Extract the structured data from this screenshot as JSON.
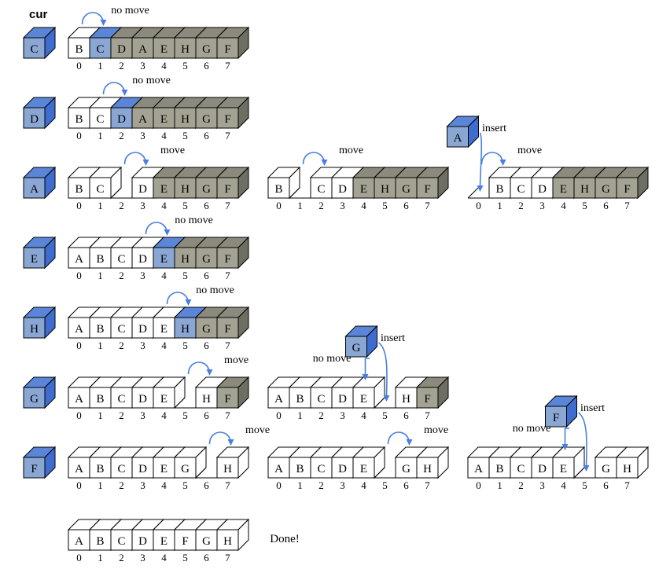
{
  "header": "cur",
  "colors": {
    "white": "#ffffff",
    "blue_front": "#8aa6d3",
    "blue_top": "#5b86d8",
    "blue_side": "#3f6ccf",
    "gray_front": "#a4a393",
    "gray_top": "#8b8a7c",
    "gray_side": "#6f6e62",
    "arrow": "#4a7fe0"
  },
  "rows": [
    {
      "cur": "C",
      "arrays": [
        {
          "cells": [
            "B",
            "C",
            "D",
            "A",
            "E",
            "H",
            "G",
            "F"
          ],
          "indices": [
            "0",
            "1",
            "2",
            "3",
            "4",
            "5",
            "6",
            "7"
          ],
          "hl": 1,
          "graystart": 2,
          "arrow": {
            "from": 0,
            "to": 1,
            "label": "no move"
          }
        }
      ]
    },
    {
      "cur": "D",
      "arrays": [
        {
          "cells": [
            "B",
            "C",
            "D",
            "A",
            "E",
            "H",
            "G",
            "F"
          ],
          "indices": [
            "0",
            "1",
            "2",
            "3",
            "4",
            "5",
            "6",
            "7"
          ],
          "hl": 2,
          "graystart": 3,
          "arrow": {
            "from": 1,
            "to": 2,
            "label": "no move"
          }
        }
      ]
    },
    {
      "cur": "A",
      "arrays": [
        {
          "cells": [
            "B",
            "C",
            "",
            "D",
            "E",
            "H",
            "G",
            "F"
          ],
          "indices": [
            "0",
            "1",
            "2",
            "3",
            "4",
            "5",
            "6",
            "7"
          ],
          "hl": -1,
          "graystart": 4,
          "gap": 2,
          "arrow": {
            "from": 2,
            "to": 3,
            "label": "move"
          }
        },
        {
          "cells": [
            "B",
            "",
            "C",
            "D",
            "E",
            "H",
            "G",
            "F"
          ],
          "indices": [
            "0",
            "1",
            "2",
            "3",
            "4",
            "5",
            "6",
            "7"
          ],
          "hl": -1,
          "graystart": 4,
          "gap": 1,
          "arrow": {
            "from": 1,
            "to": 2,
            "label": "move"
          }
        },
        {
          "cells": [
            "",
            "B",
            "C",
            "D",
            "E",
            "H",
            "G",
            "F"
          ],
          "indices": [
            "0",
            "1",
            "2",
            "3",
            "4",
            "5",
            "6",
            "7"
          ],
          "hl": -1,
          "graystart": 4,
          "gap": 0,
          "arrow": {
            "from": 0,
            "to": 1,
            "label": "move"
          },
          "insert": {
            "letter": "A",
            "label": "insert"
          }
        }
      ]
    },
    {
      "cur": "E",
      "arrays": [
        {
          "cells": [
            "A",
            "B",
            "C",
            "D",
            "E",
            "H",
            "G",
            "F"
          ],
          "indices": [
            "0",
            "1",
            "2",
            "3",
            "4",
            "5",
            "6",
            "7"
          ],
          "hl": 4,
          "graystart": 5,
          "arrow": {
            "from": 3,
            "to": 4,
            "label": "no move"
          }
        }
      ]
    },
    {
      "cur": "H",
      "arrays": [
        {
          "cells": [
            "A",
            "B",
            "C",
            "D",
            "E",
            "H",
            "G",
            "F"
          ],
          "indices": [
            "0",
            "1",
            "2",
            "3",
            "4",
            "5",
            "6",
            "7"
          ],
          "hl": 5,
          "graystart": 6,
          "arrow": {
            "from": 4,
            "to": 5,
            "label": "no move"
          }
        }
      ]
    },
    {
      "cur": "G",
      "arrays": [
        {
          "cells": [
            "A",
            "B",
            "C",
            "D",
            "E",
            "",
            "H",
            "F"
          ],
          "indices": [
            "0",
            "1",
            "2",
            "3",
            "4",
            "5",
            "6",
            "7"
          ],
          "hl": -1,
          "graystart": 7,
          "gap": 5,
          "arrow": {
            "from": 5,
            "to": 6,
            "label": "move"
          }
        },
        {
          "cells": [
            "A",
            "B",
            "C",
            "D",
            "E",
            "",
            "H",
            "F"
          ],
          "indices": [
            "0",
            "1",
            "2",
            "3",
            "4",
            "5",
            "6",
            "7"
          ],
          "hl": -1,
          "graystart": 7,
          "gap": 5,
          "arrow": {
            "from": 3,
            "to": 4,
            "label": "no move",
            "outside": true
          },
          "insert": {
            "letter": "G",
            "label": "insert"
          }
        }
      ]
    },
    {
      "cur": "F",
      "arrays": [
        {
          "cells": [
            "A",
            "B",
            "C",
            "D",
            "E",
            "G",
            "",
            "H"
          ],
          "indices": [
            "0",
            "1",
            "2",
            "3",
            "4",
            "5",
            "6",
            "7"
          ],
          "hl": -1,
          "graystart": 8,
          "gap": 6,
          "arrow": {
            "from": 6,
            "to": 7,
            "label": "move"
          }
        },
        {
          "cells": [
            "A",
            "B",
            "C",
            "D",
            "E",
            "",
            "G",
            "H"
          ],
          "indices": [
            "0",
            "1",
            "2",
            "3",
            "4",
            "5",
            "6",
            "7"
          ],
          "hl": -1,
          "graystart": 8,
          "gap": 5,
          "arrow": {
            "from": 5,
            "to": 6,
            "label": "move"
          }
        },
        {
          "cells": [
            "A",
            "B",
            "C",
            "D",
            "E",
            "",
            "G",
            "H"
          ],
          "indices": [
            "0",
            "1",
            "2",
            "3",
            "4",
            "5",
            "6",
            "7"
          ],
          "hl": -1,
          "graystart": 8,
          "gap": 5,
          "arrow": {
            "from": 3,
            "to": 4,
            "label": "no move",
            "outside": true
          },
          "insert": {
            "letter": "F",
            "label": "insert"
          }
        }
      ]
    }
  ],
  "final": {
    "cells": [
      "A",
      "B",
      "C",
      "D",
      "E",
      "F",
      "G",
      "H"
    ],
    "indices": [
      "0",
      "1",
      "2",
      "3",
      "4",
      "5",
      "6",
      "7"
    ],
    "label": "Done!"
  }
}
